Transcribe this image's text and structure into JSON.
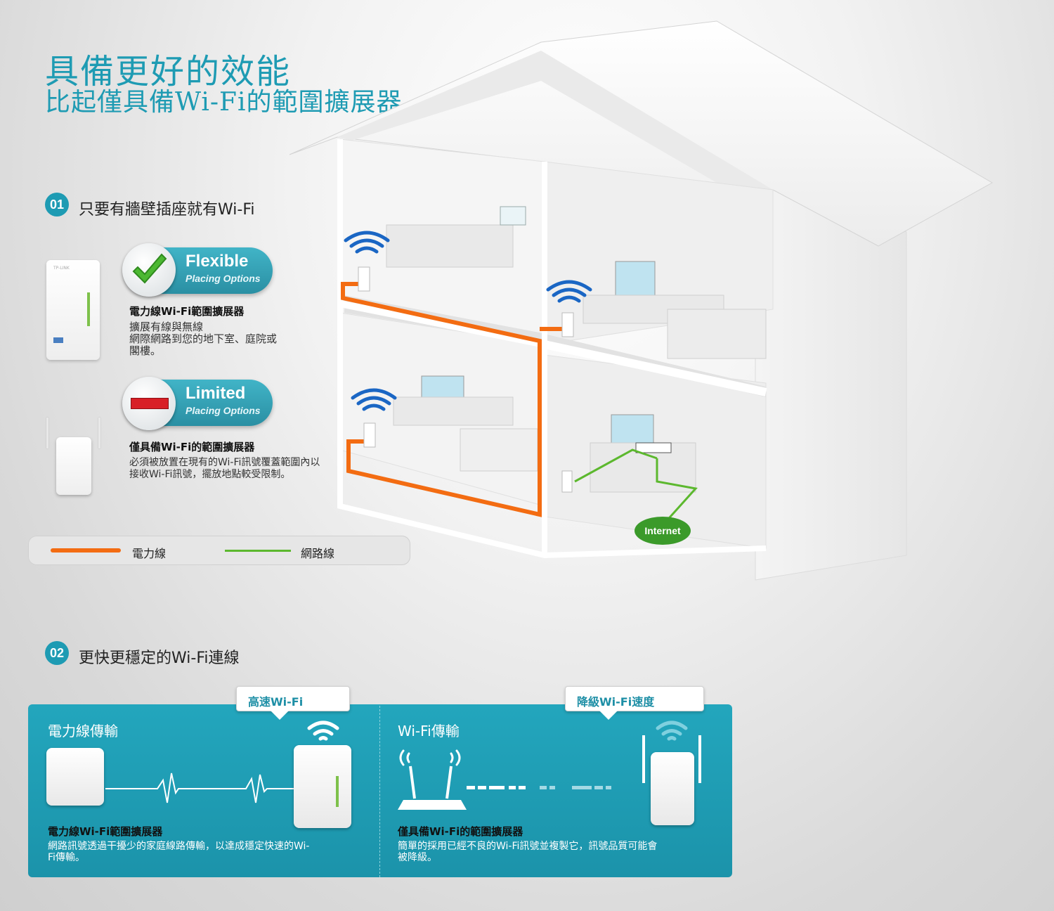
{
  "header": {
    "title_line1": "具備更好的效能",
    "title_line2": "比起僅具備Wi-Fi的範圍擴展器"
  },
  "section1": {
    "number": "01",
    "title": "只要有牆壁插座就有Wi-Fi",
    "flexible": {
      "badge_big": "Flexible",
      "badge_small": "Placing Options",
      "product_title": "電力線Wi-Fi範圍擴展器",
      "desc_lines": [
        "擴展有線與無線",
        "網際網路到您的地下室、庭院或",
        "閣樓。"
      ]
    },
    "limited": {
      "badge_big": "Limited",
      "badge_small": "Placing Options",
      "product_title": "僅具備Wi-Fi的範圍擴展器",
      "desc_lines": [
        "必須被放置在現有的Wi-Fi訊號覆蓋範圍內以",
        "接收Wi-Fi訊號，擺放地點較受限制。"
      ]
    },
    "device_label": "TP-LINK",
    "legend": {
      "powerline": "電力線",
      "network": "網路線"
    },
    "house": {
      "internet_label": "Internet"
    }
  },
  "section2": {
    "number": "02",
    "title": "更快更穩定的Wi-Fi連線",
    "left": {
      "callout": "高速Wi-Fi",
      "heading": "電力線傳輸",
      "product_title": "電力線Wi-Fi範圍擴展器",
      "desc_lines": [
        "網路訊號透過干擾少的家庭線路傳輸，以達成穩定快速的Wi-",
        "Fi傳輸。"
      ]
    },
    "right": {
      "callout": "降級Wi-Fi速度",
      "heading": "Wi-Fi傳輸",
      "product_title": "僅具備Wi-Fi的範圍擴展器",
      "desc_lines": [
        "簡單的採用已經不良的Wi-Fi訊號並複製它，訊號品質可能會",
        "被降級。"
      ]
    }
  },
  "colors": {
    "teal": "#1e9bb3",
    "powerline_orange": "#f36c12",
    "network_green": "#5cb82e",
    "limited_red": "#d81f26",
    "check_green": "#4cb832"
  }
}
